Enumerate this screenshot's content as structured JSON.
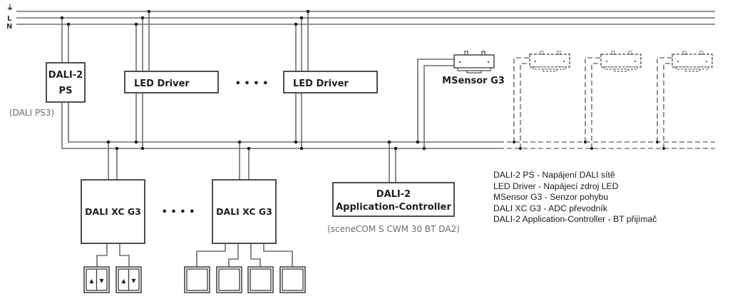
{
  "rails": {
    "earth": "⏚",
    "line": "L",
    "neutral": "N"
  },
  "power_supply": {
    "label_line1": "DALI-2",
    "label_line2": "PS",
    "model": "(DALI PS3)"
  },
  "led_drivers": [
    {
      "label": "LED Driver"
    },
    {
      "label": "LED Driver"
    }
  ],
  "ellipsis": "• • • •",
  "sensor": {
    "label": "MSensor G3",
    "additional_dashed_count": 3
  },
  "xc_converters": [
    {
      "label": "DALI XC G3",
      "inputs": [
        "blind-switch",
        "blind-switch"
      ]
    },
    {
      "label": "DALI XC G3",
      "inputs": [
        "push-button",
        "push-button",
        "push-button",
        "push-button"
      ]
    }
  ],
  "switch_glyphs": {
    "up": "▲",
    "down": "▼"
  },
  "app_controller": {
    "label_line1": "DALI-2",
    "label_line2": "Application-Controller",
    "model": "(sceneCOM S CWM 30 BT DA2)"
  },
  "legend": [
    "DALI-2 PS - Napájení DALI sítě",
    "LED Driver - Napájecí zdroj LED",
    "MSensor G3 - Senzor pohybu",
    "DALI XC G3 - ADC převodník",
    "DALI-2 Application-Controller - BT přijímač"
  ]
}
